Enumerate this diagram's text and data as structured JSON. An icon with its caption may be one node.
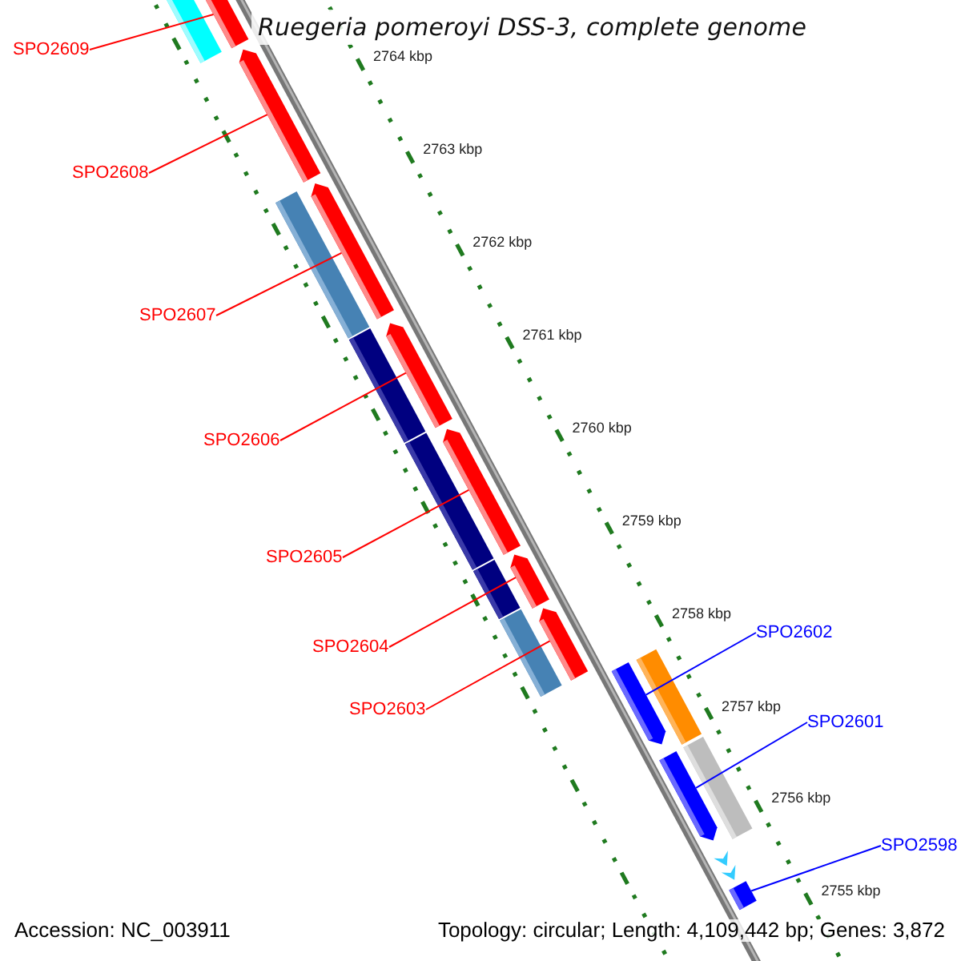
{
  "diagram": {
    "title": "Ruegeria pomeroyi DSS-3, complete genome",
    "nodes": [
      {
        "text": [
          "SPO2609"
        ]
      },
      {
        "text": [
          "SPO2608"
        ]
      },
      {
        "text": [
          "SPO2607"
        ]
      },
      {
        "text": [
          "SPO2606"
        ]
      },
      {
        "text": [
          "SPO2605"
        ]
      },
      {
        "text": [
          "SPO2604"
        ]
      },
      {
        "text": [
          "SPO2603"
        ]
      },
      {
        "text": [
          "SPO2602"
        ]
      },
      {
        "text": [
          "SPO2601"
        ]
      },
      {
        "text": [
          "SPO2598"
        ]
      },
      {
        "text": [],
        "shape": "bar"
      },
      {
        "text": [],
        "shape": "bar"
      },
      {
        "text": [],
        "shape": "bar"
      },
      {
        "text": [],
        "shape": "bar"
      },
      {
        "text": [],
        "shape": "bar"
      },
      {
        "text": [],
        "shape": "bar"
      },
      {
        "text": [],
        "shape": "bar"
      },
      {
        "text": [],
        "shape": "bar"
      },
      {
        "text": [],
        "shape": "bar"
      },
      {
        "text": [],
        "shape": "bar"
      },
      {
        "text": [],
        "shape": "bar"
      },
      {
        "text": [],
        "shape": "bar"
      },
      {
        "text": [],
        "shape": "bar"
      },
      {
        "text": [],
        "shape": "bar"
      },
      {
        "text": [],
        "shape": "bar"
      },
      {
        "text": [],
        "shape": "bar"
      },
      {
        "text": [],
        "shape": "bar"
      },
      {
        "text": [],
        "shape": "bar"
      },
      {
        "text": [],
        "shape": "bar"
      },
      {
        "text": [],
        "shape": "bar"
      }
    ],
    "edges": [
      {
        "from": 0,
        "to": 11,
        "arrow": "none"
      },
      {
        "from": 1,
        "to": 12,
        "arrow": "none"
      },
      {
        "from": 2,
        "to": 14,
        "arrow": "none"
      },
      {
        "from": 3,
        "to": 16,
        "arrow": "none"
      },
      {
        "from": 4,
        "to": 18,
        "arrow": "none"
      },
      {
        "from": 5,
        "to": 20,
        "arrow": "none"
      },
      {
        "from": 6,
        "to": 22,
        "arrow": "none"
      },
      {
        "from": 7,
        "to": 23,
        "arrow": "none",
        "color": "#0000ff"
      },
      {
        "from": 8,
        "to": 25,
        "arrow": "none",
        "color": "#0000ff"
      },
      {
        "from": 9,
        "to": 29,
        "arrow": "none",
        "color": "#0000ff"
      }
    ],
    "labels": [
      "2764 kbp",
      "2763 kbp",
      "2762 kbp",
      "2761 kbp",
      "2760 kbp",
      "2759 kbp",
      "2758 kbp",
      "2757 kbp",
      "2756 kbp",
      "2755 kbp",
      "Accession: NC_003911",
      "Topology: circular; Length: 4,109,442 bp; Genes: 3,872"
    ]
  }
}
